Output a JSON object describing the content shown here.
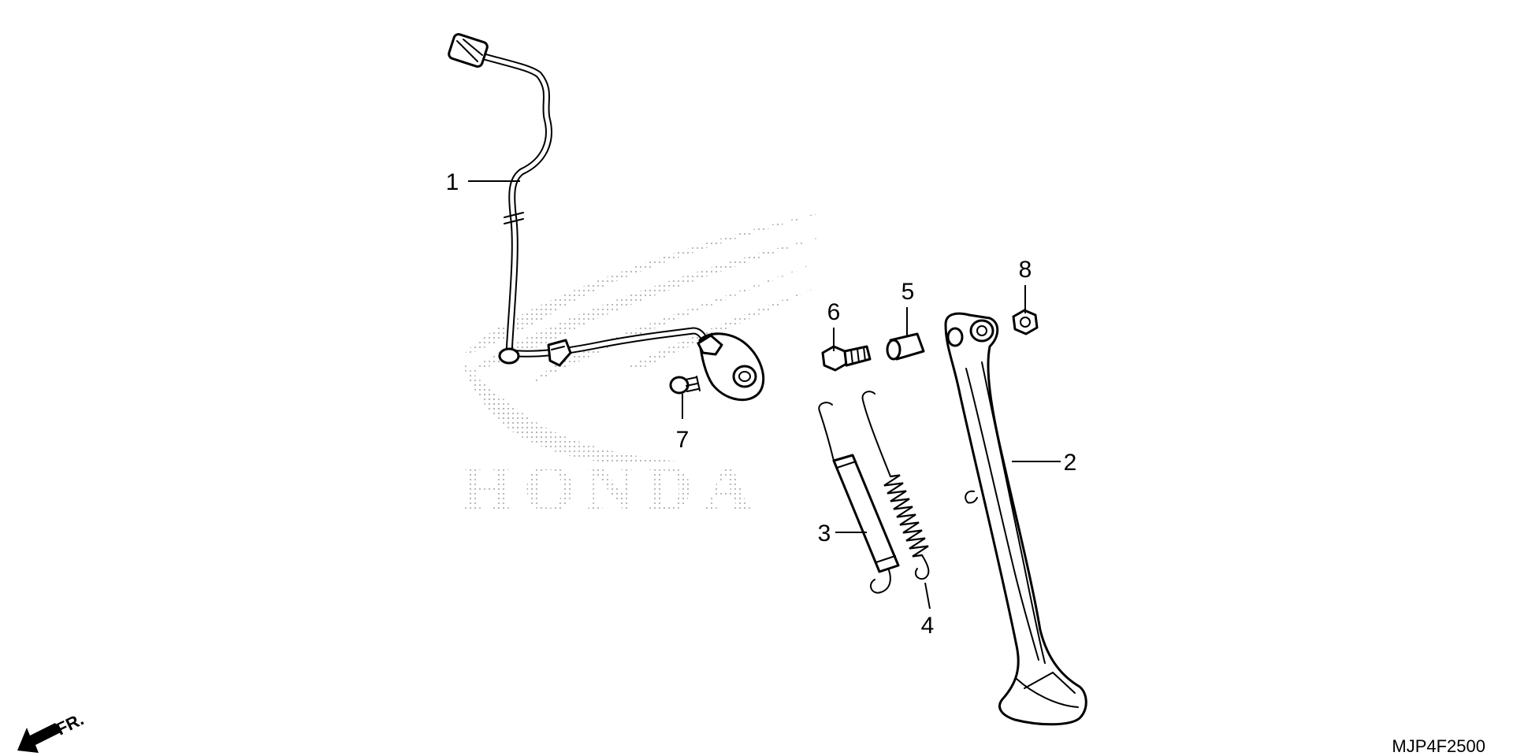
{
  "watermark": {
    "text": "HONDA",
    "dot_color": "#b5b5b5"
  },
  "callouts": [
    {
      "id": "1",
      "part": "side-stand-switch-harness"
    },
    {
      "id": "2",
      "part": "side-stand"
    },
    {
      "id": "3",
      "part": "outer-spring"
    },
    {
      "id": "4",
      "part": "inner-spring"
    },
    {
      "id": "5",
      "part": "collar"
    },
    {
      "id": "6",
      "part": "pivot-bolt"
    },
    {
      "id": "7",
      "part": "switch-bolt"
    },
    {
      "id": "8",
      "part": "lock-nut"
    }
  ],
  "direction": {
    "label": "FR.",
    "icon": "front-direction-arrow-icon"
  },
  "diagram_code": "MJP4F2500",
  "colors": {
    "line": "#000000",
    "background": "#ffffff"
  }
}
